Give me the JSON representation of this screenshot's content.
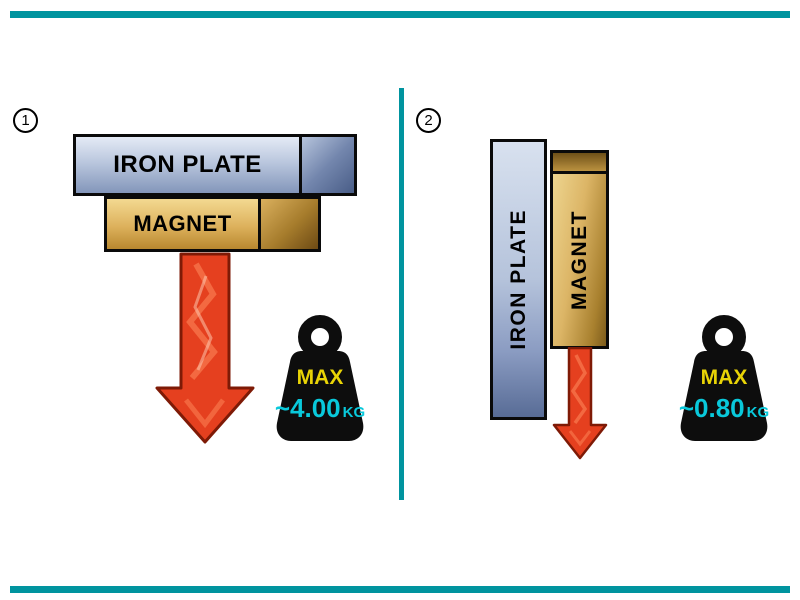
{
  "diagram": {
    "accent_color": "#00949f",
    "arrow_color": "#e5401f",
    "max_color": "#e9d406",
    "value_color": "#09c9db",
    "panels": [
      {
        "number": "1",
        "iron_plate_label": "IRON PLATE",
        "magnet_label": "MAGNET",
        "weight": {
          "max_label": "MAX",
          "value": "~4.00",
          "unit": "KG"
        }
      },
      {
        "number": "2",
        "iron_plate_label": "IRON PLATE",
        "magnet_label": "MAGNET",
        "weight": {
          "max_label": "MAX",
          "value": "~0.80",
          "unit": "KG"
        }
      }
    ]
  }
}
